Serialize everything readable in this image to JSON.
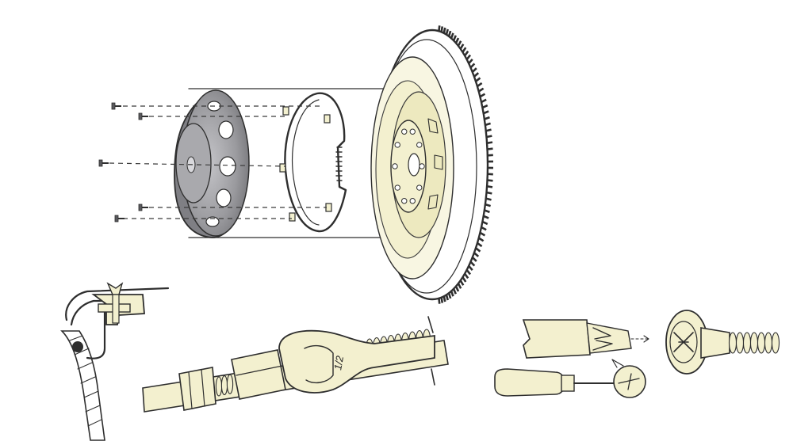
{
  "figure": {
    "wrench_mark": "1/2"
  },
  "colors": {
    "paper": "#ffffff",
    "ink": "#2e2e2e",
    "part_fill": "#f3f0cf",
    "hubcap_metal": "#8a8a8e",
    "hubcap_light": "#b9b9bd"
  },
  "panels": [
    {
      "id": "wheel-exploded-view",
      "parts": [
        "screws",
        "hubcap",
        "retaining-ring",
        "wheel-and-tire"
      ]
    },
    {
      "id": "clip-cross-section"
    },
    {
      "id": "wrench-on-fitting"
    },
    {
      "id": "screwdriver-and-screw"
    }
  ]
}
